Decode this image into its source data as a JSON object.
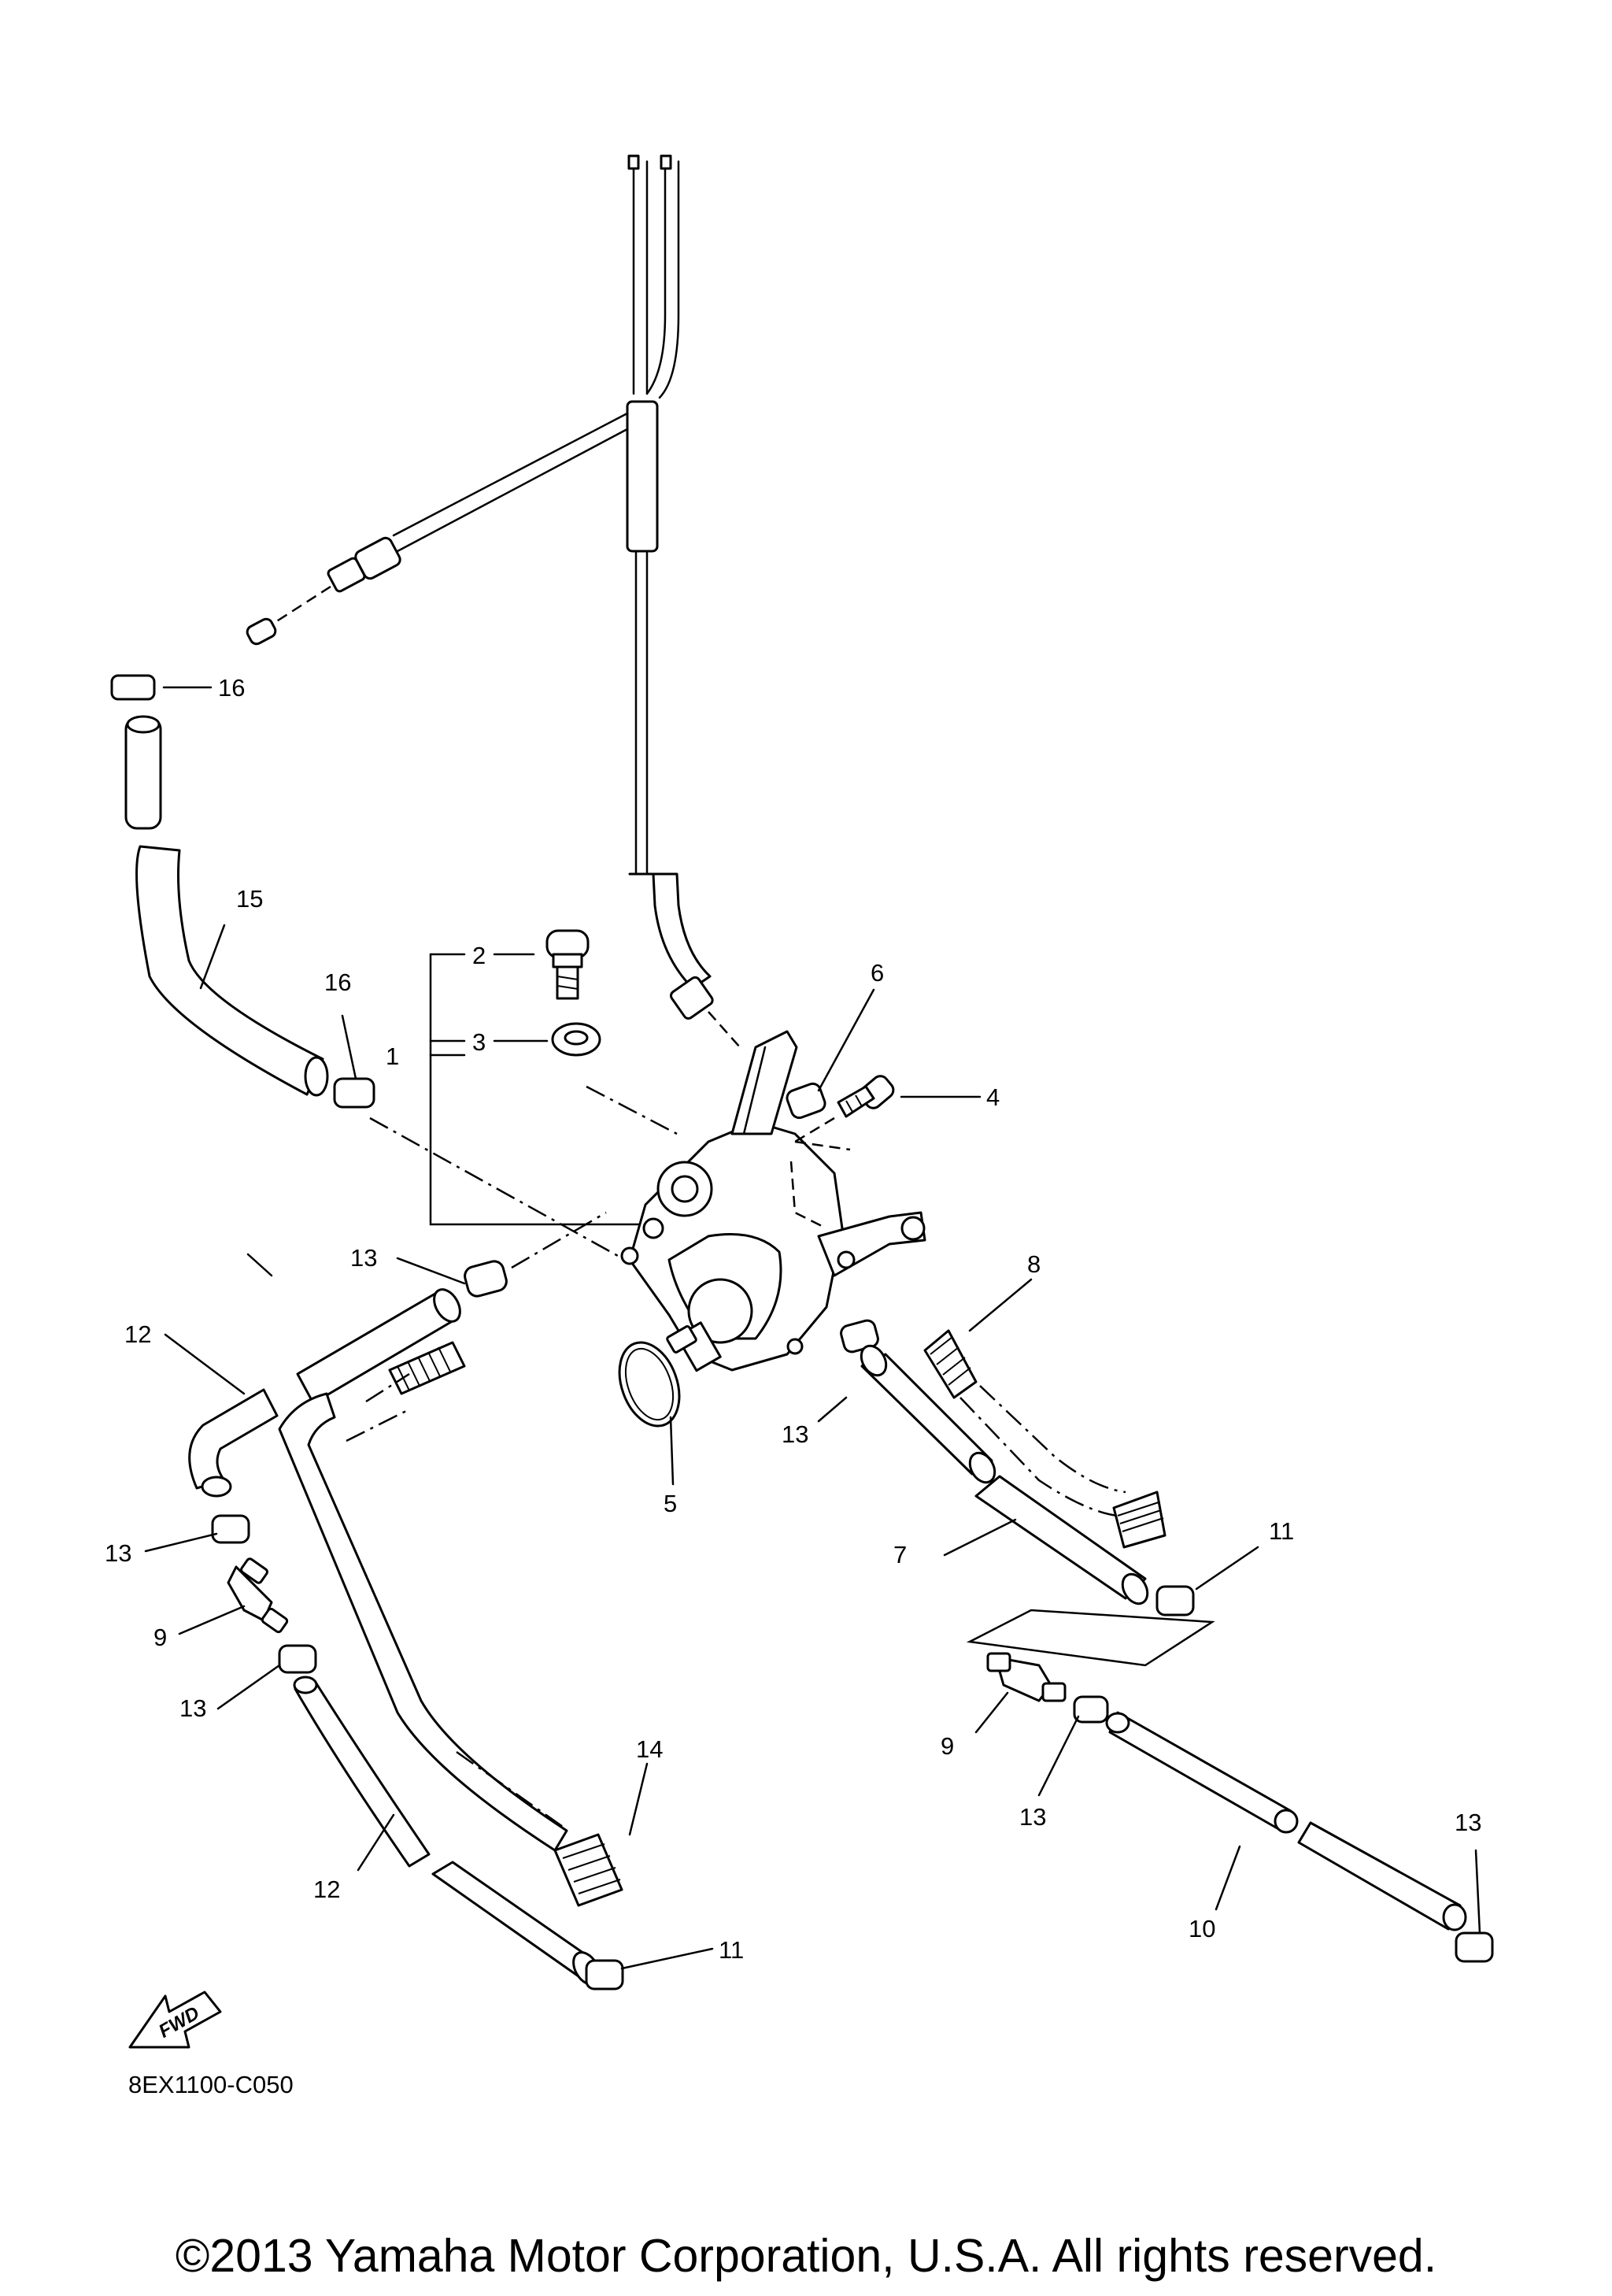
{
  "diagram_code": "8EX1100-C050",
  "copyright": "©2013 Yamaha Motor Corporation, U.S.A. All rights reserved.",
  "fwd_label": "FWD",
  "callouts": {
    "c1": "1",
    "c2": "2",
    "c3": "3",
    "c4": "4",
    "c5": "5",
    "c6": "6",
    "c7": "7",
    "c8": "8",
    "c9a": "9",
    "c9b": "9",
    "c10": "10",
    "c11a": "11",
    "c11b": "11",
    "c12a": "12",
    "c12b": "12",
    "c13a": "13",
    "c13b": "13",
    "c13c": "13",
    "c13d": "13",
    "c13e": "13",
    "c13f": "13",
    "c14": "14",
    "c15": "15",
    "c16a": "16",
    "c16b": "16"
  }
}
